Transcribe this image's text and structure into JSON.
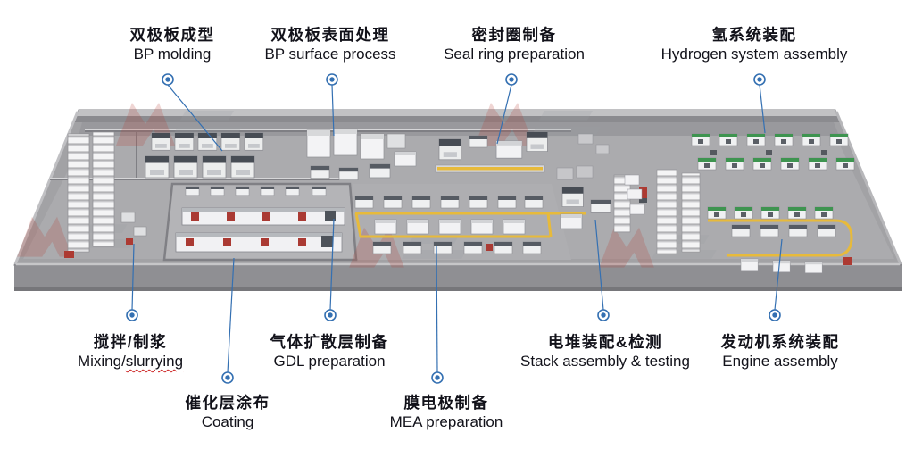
{
  "labels": {
    "bp_molding": {
      "zh": "双极板成型",
      "en": "BP molding"
    },
    "bp_surface": {
      "zh": "双极板表面处理",
      "en": "BP surface process"
    },
    "seal_ring": {
      "zh": "密封圈制备",
      "en": "Seal ring preparation"
    },
    "hydrogen": {
      "zh": "氢系统装配",
      "en": "Hydrogen system assembly"
    },
    "mixing": {
      "zh": "搅拌/制浆",
      "en_part1": "Mixing/",
      "en_part2": "slurrying"
    },
    "gdl": {
      "zh": "气体扩散层制备",
      "en": "GDL preparation"
    },
    "stack": {
      "zh": "电堆装配&检测",
      "en": "Stack assembly & testing"
    },
    "engine": {
      "zh": "发动机系统装配",
      "en": "Engine assembly"
    },
    "coating": {
      "zh": "催化层涂布",
      "en": "Coating"
    },
    "mea": {
      "zh": "膜电极制备",
      "en": "MEA preparation"
    }
  },
  "colors": {
    "leader_blue": "#3470b2",
    "conveyor_yellow": "#e7ba3b",
    "station_green": "#3e9450",
    "accent_red": "#ad3a32",
    "floor_gray": "#a2a2a5"
  }
}
